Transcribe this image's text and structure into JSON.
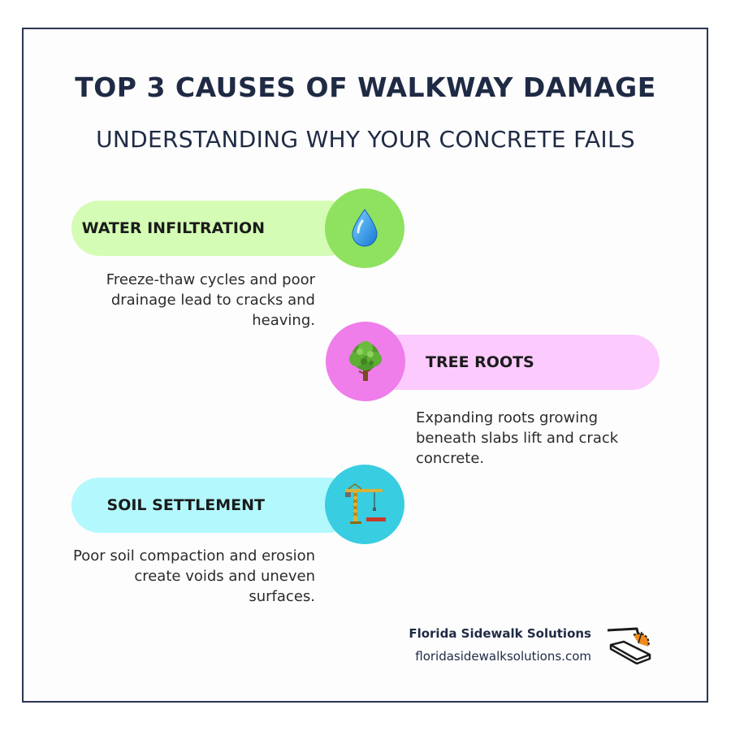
{
  "header": {
    "title": "TOP 3 CAUSES OF WALKWAY DAMAGE",
    "subtitle": "UNDERSTANDING WHY YOUR CONCRETE FAILS"
  },
  "causes": [
    {
      "label": "WATER INFILTRATION",
      "description": "Freeze-thaw cycles and poor drainage lead to cracks and heaving.",
      "icon": "water-drop-icon",
      "pill_color": "#d4fcb4",
      "circle_color": "#8fe25f"
    },
    {
      "label": "TREE ROOTS",
      "description": "Expanding roots growing beneath slabs lift and crack concrete.",
      "icon": "tree-icon",
      "pill_color": "#fccafd",
      "circle_color": "#ef7dea"
    },
    {
      "label": "SOIL SETTLEMENT",
      "description": "Poor soil compaction and erosion create voids and uneven surfaces.",
      "icon": "construction-crane-icon",
      "pill_color": "#b3f8fc",
      "circle_color": "#38cde0"
    }
  ],
  "footer": {
    "brand_name": "Florida Sidewalk Solutions",
    "brand_url": "floridasidewalksolutions.com"
  },
  "colors": {
    "border": "#2a3553",
    "text_dark": "#1f2a44"
  }
}
